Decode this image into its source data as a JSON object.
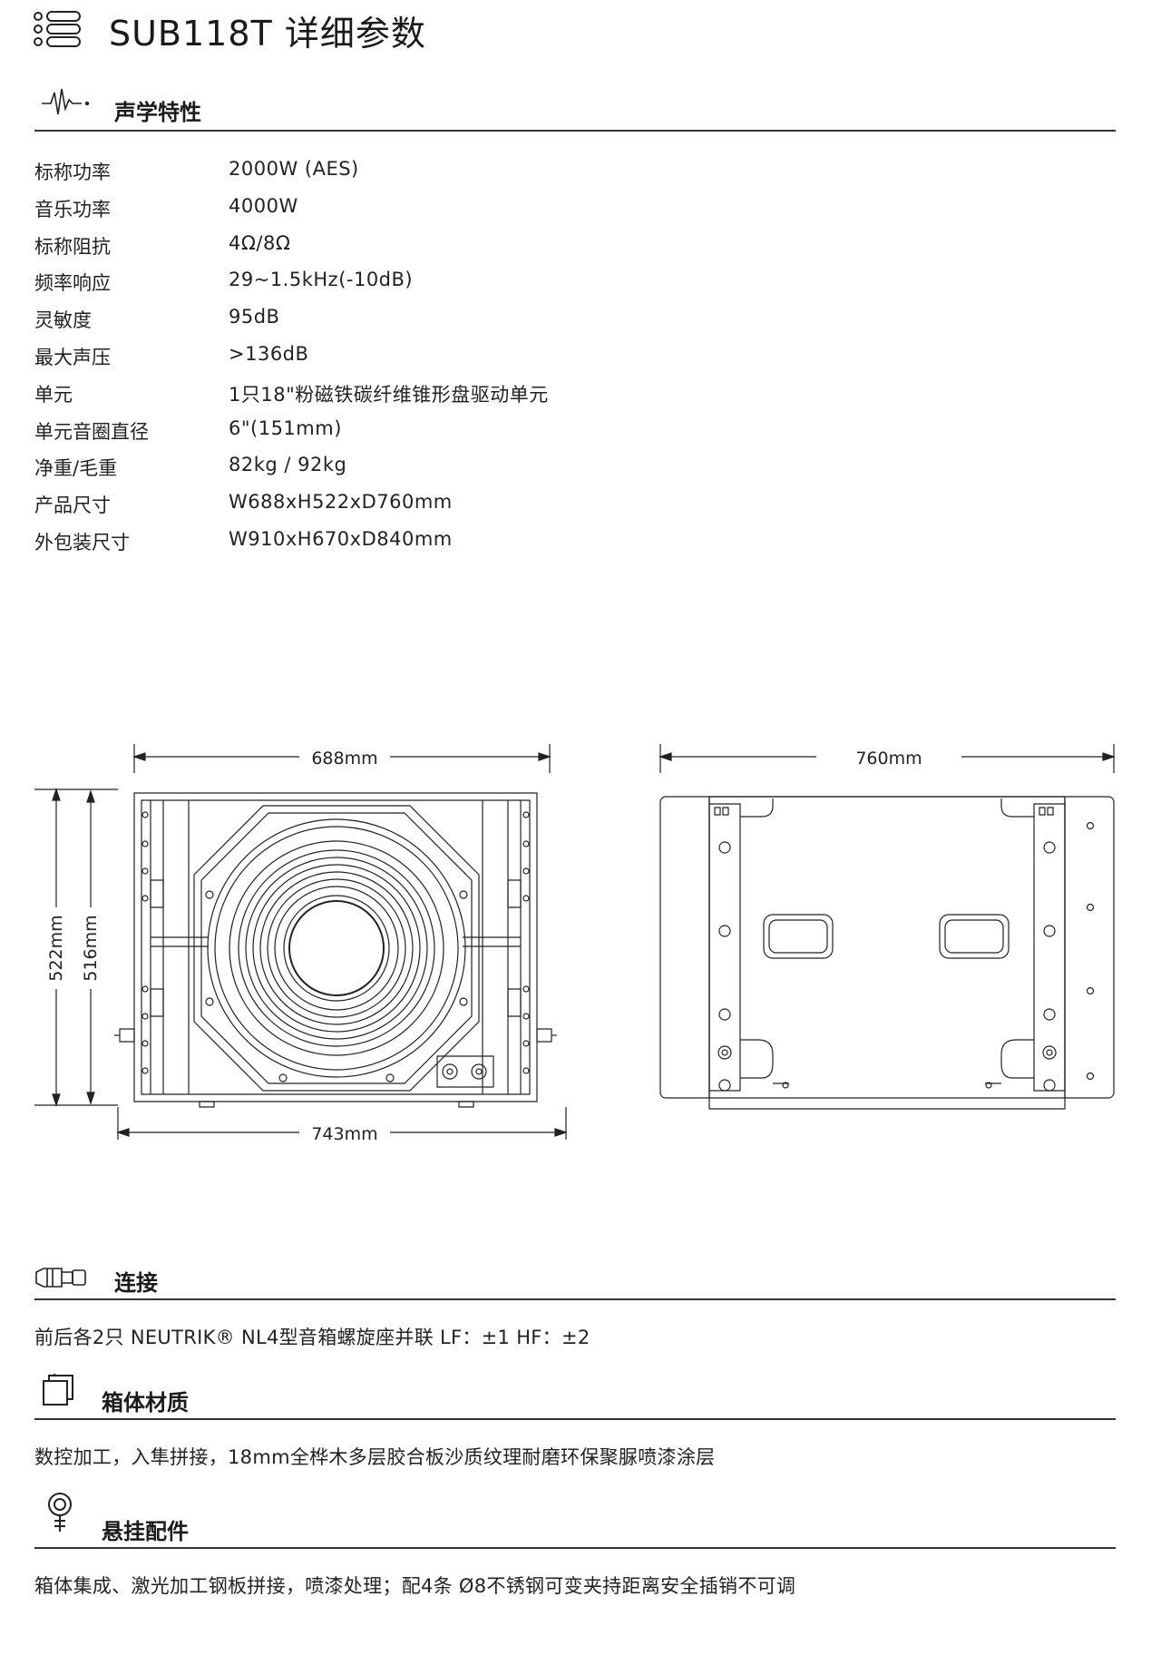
{
  "header": {
    "title": "SUB118T 详细参数"
  },
  "acoustic": {
    "title": "声学特性",
    "rows": [
      {
        "k": "标称功率",
        "v": "2000W (AES)"
      },
      {
        "k": "音乐功率",
        "v": "4000W"
      },
      {
        "k": "标称阻抗",
        "v": "4Ω/8Ω"
      },
      {
        "k": "频率响应",
        "v": "29~1.5kHz(-10dB)"
      },
      {
        "k": "灵敏度",
        "v": "95dB"
      },
      {
        "k": "最大声压",
        "v": ">136dB"
      },
      {
        "k": "单元",
        "v": "1只18\"粉磁铁碳纤维锥形盘驱动单元"
      },
      {
        "k": "单元音圈直径",
        "v": "6\"(151mm)"
      },
      {
        "k": "净重/毛重",
        "v": "82kg / 92kg"
      },
      {
        "k": "产品尺寸",
        "v": "W688xH522xD760mm"
      },
      {
        "k": "外包装尺寸",
        "v": "W910xH670xD840mm"
      }
    ]
  },
  "drawing": {
    "width_top": "688mm",
    "width_bottom": "743mm",
    "height_outer": "522mm",
    "height_inner": "516mm",
    "depth": "760mm"
  },
  "connect": {
    "title": "连接",
    "text": "前后各2只 NEUTRIK® NL4型音箱螺旋座并联 LF：±1  HF：±2"
  },
  "material": {
    "title": "箱体材质",
    "text": "数控加工，入隼拼接，18mm全桦木多层胶合板沙质纹理耐磨环保聚脲喷漆涂层"
  },
  "rigging": {
    "title": "悬挂配件",
    "text": "箱体集成、激光加工钢板拼接，喷漆处理；配4条 Ø8不锈钢可变夹持距离安全插销不可调"
  },
  "icons": [
    "list-icon",
    "waveform-icon",
    "connector-icon",
    "box-icon",
    "hook-icon"
  ]
}
